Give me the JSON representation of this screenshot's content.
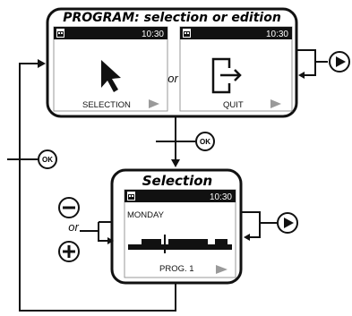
{
  "program_panel": {
    "title": "PROGRAM: selection or edition",
    "left_screen": {
      "time": "10:30",
      "icon": "calendar-icon",
      "graphic": "cursor-arrow-icon",
      "label": "SELECTION",
      "nav": "right-triangle-icon"
    },
    "connector": "or",
    "right_screen": {
      "time": "10:30",
      "icon": "calendar-icon",
      "graphic": "exit-door-icon",
      "label": "QUIT",
      "nav": "right-triangle-icon"
    }
  },
  "ok_transition": {
    "label": "OK"
  },
  "selection_panel": {
    "title": "Selection",
    "screen": {
      "time": "10:30",
      "icon": "calendar-icon",
      "day": "MONDAY",
      "graphic": "schedule-bar",
      "label": "PROG. 1",
      "nav": "right-triangle-icon"
    }
  },
  "side_controls": {
    "minus": {
      "icon": "minus-button-icon"
    },
    "connector": "or",
    "plus": {
      "icon": "plus-button-icon"
    },
    "right": {
      "icon": "right-arrow-button-icon"
    }
  },
  "return_loop": {
    "label": "OK"
  },
  "colors": {
    "line": "#111111",
    "bar": "#111111",
    "screen_bg": "#ffffff",
    "nav_arrow": "#9a9a9a"
  }
}
